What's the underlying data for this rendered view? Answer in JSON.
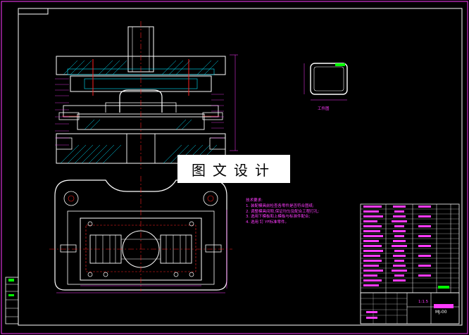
{
  "drawing": {
    "part_caption": "工件图",
    "watermark": "图文设计",
    "notes_title": "技术要求:",
    "notes": [
      "1. 装配模具前检查各零件是否符合图纸;",
      "2. 调整模具间隙,保证均匀及配合工程打孔;",
      "3. 选用下模板和上模板与标准件配合;",
      "4. 选用 钉 YF标准零件。"
    ],
    "title_block": {
      "scale": "1:1.5",
      "drawing_no": "MJ-00"
    }
  },
  "colors": {
    "background": "#000000",
    "line_white": "#ffffff",
    "line_magenta": "#ff3bff",
    "line_cyan": "#00e5ff",
    "line_green": "#00ff00",
    "line_red": "#ff2020"
  }
}
